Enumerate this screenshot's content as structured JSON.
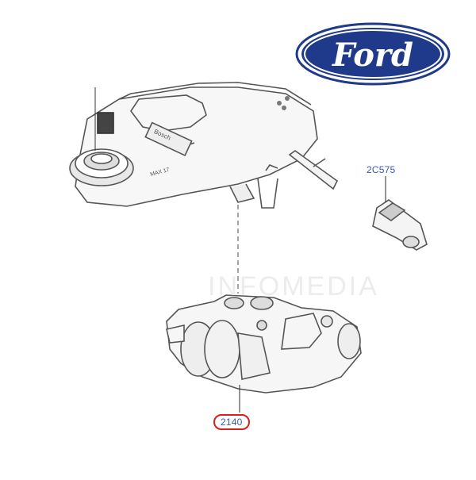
{
  "logo": {
    "brand_text": "Ford",
    "colors": {
      "oval": "#1f3a8a",
      "outline": "#ffffff"
    }
  },
  "watermark": {
    "text": "INFOMEDIA"
  },
  "parts": [
    {
      "id": "2C575",
      "label": "2C575"
    },
    {
      "id": "2140",
      "label": "2140",
      "highlighted": true,
      "highlight_color": "#d81e1e"
    }
  ],
  "reservoir_markings": {
    "brand_stamp": "Bosch",
    "level_mark": "MAX 17"
  },
  "colors": {
    "line_art": "#555555",
    "label_text": "#3a5aa8",
    "leader_line": "#2a2a2a"
  }
}
